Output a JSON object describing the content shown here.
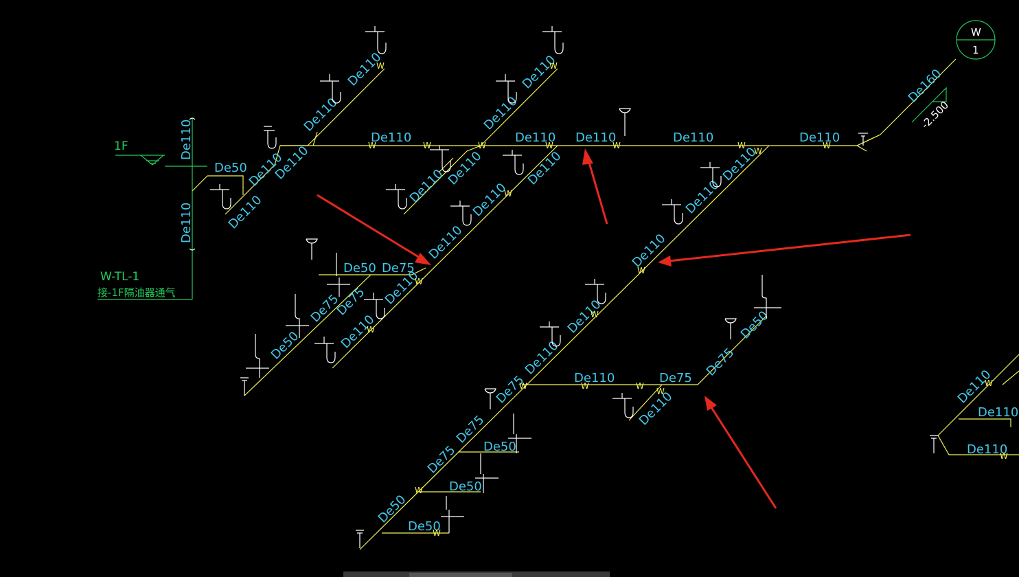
{
  "drawing": {
    "floor_label": "1F",
    "riser_name": "W-TL-1",
    "riser_note": "接-1F隔油器通气",
    "elevation": "-2.500",
    "symbol_top": "W",
    "symbol_bottom": "1",
    "pipe_marker": "W",
    "sizes": {
      "de50": "De50",
      "de75": "De75",
      "de110": "De110",
      "de160": "De160"
    }
  },
  "colors": {
    "pipe": "#f2f25a",
    "label": "#43c7e8",
    "fixture": "#ffffff",
    "riser": "#24c85a",
    "arrow": "#e5291e"
  }
}
